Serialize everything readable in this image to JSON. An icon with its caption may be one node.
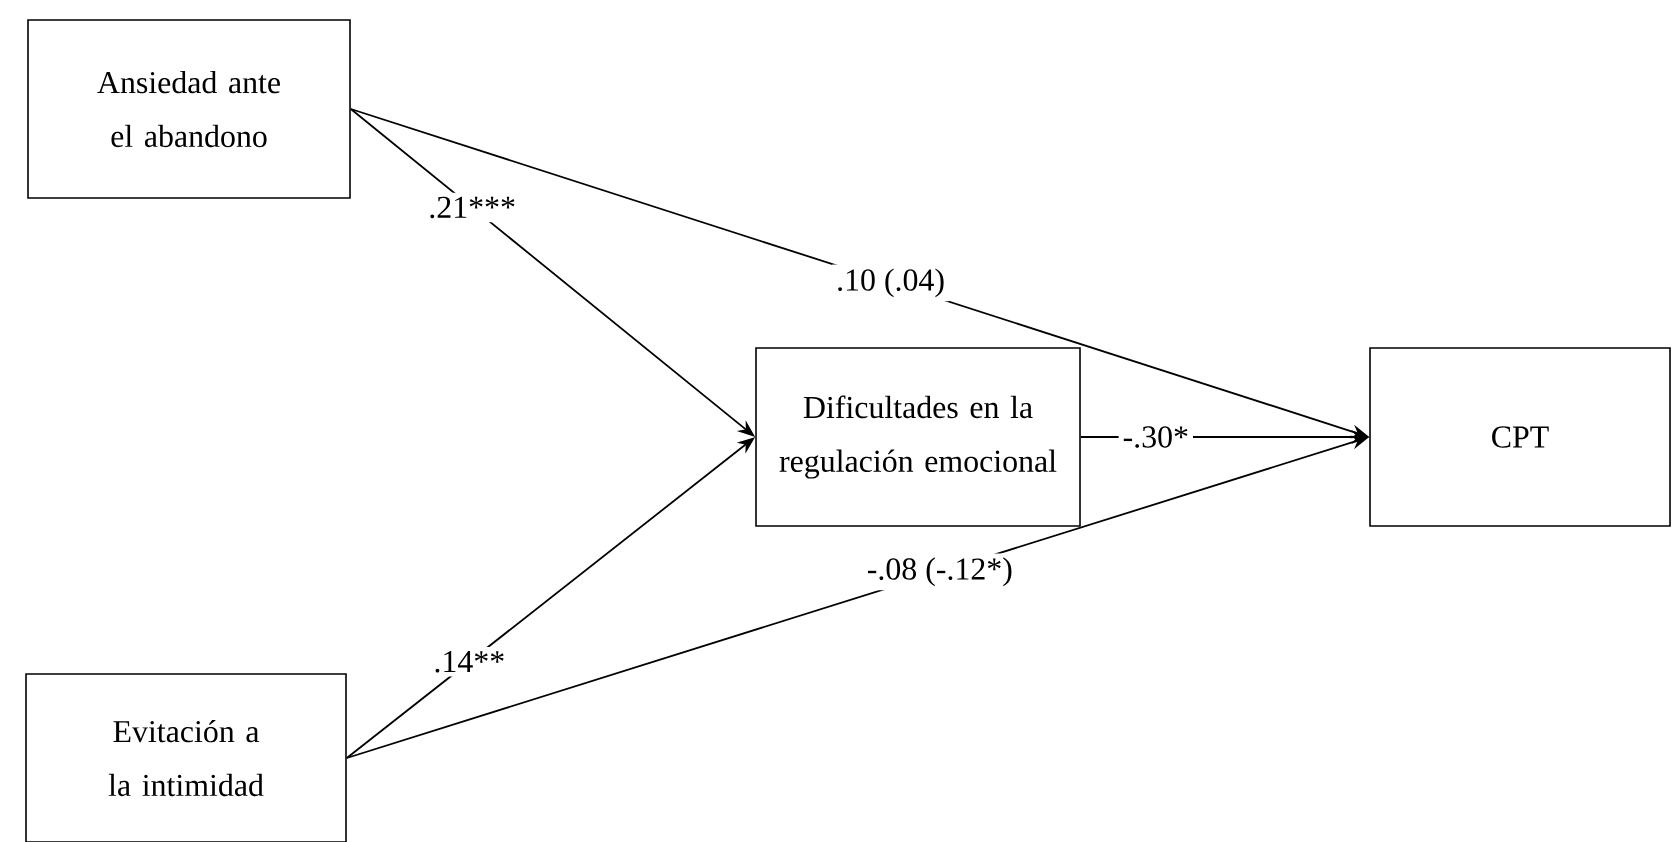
{
  "diagram": {
    "nodes": [
      {
        "text": [
          "Ansiedad ante el abandono"
        ]
      },
      {
        "text": [
          "Evitación a la intimidad"
        ]
      },
      {
        "text": [
          "Dificultades en la regulación emocional"
        ]
      },
      {
        "text": [
          "CPT"
        ]
      }
    ],
    "edges": [
      {
        "from": 0,
        "to": 2,
        "arrow": "to",
        "label": ".21***"
      },
      {
        "from": 0,
        "to": 3,
        "arrow": "to",
        "label": ".10 (.04)"
      },
      {
        "from": 2,
        "to": 3,
        "arrow": "to",
        "label": "-.30*"
      },
      {
        "from": 1,
        "to": 2,
        "arrow": "to",
        "label": ".14**"
      },
      {
        "from": 1,
        "to": 3,
        "arrow": "to",
        "label": "-.08 (-.12*)"
      }
    ]
  }
}
